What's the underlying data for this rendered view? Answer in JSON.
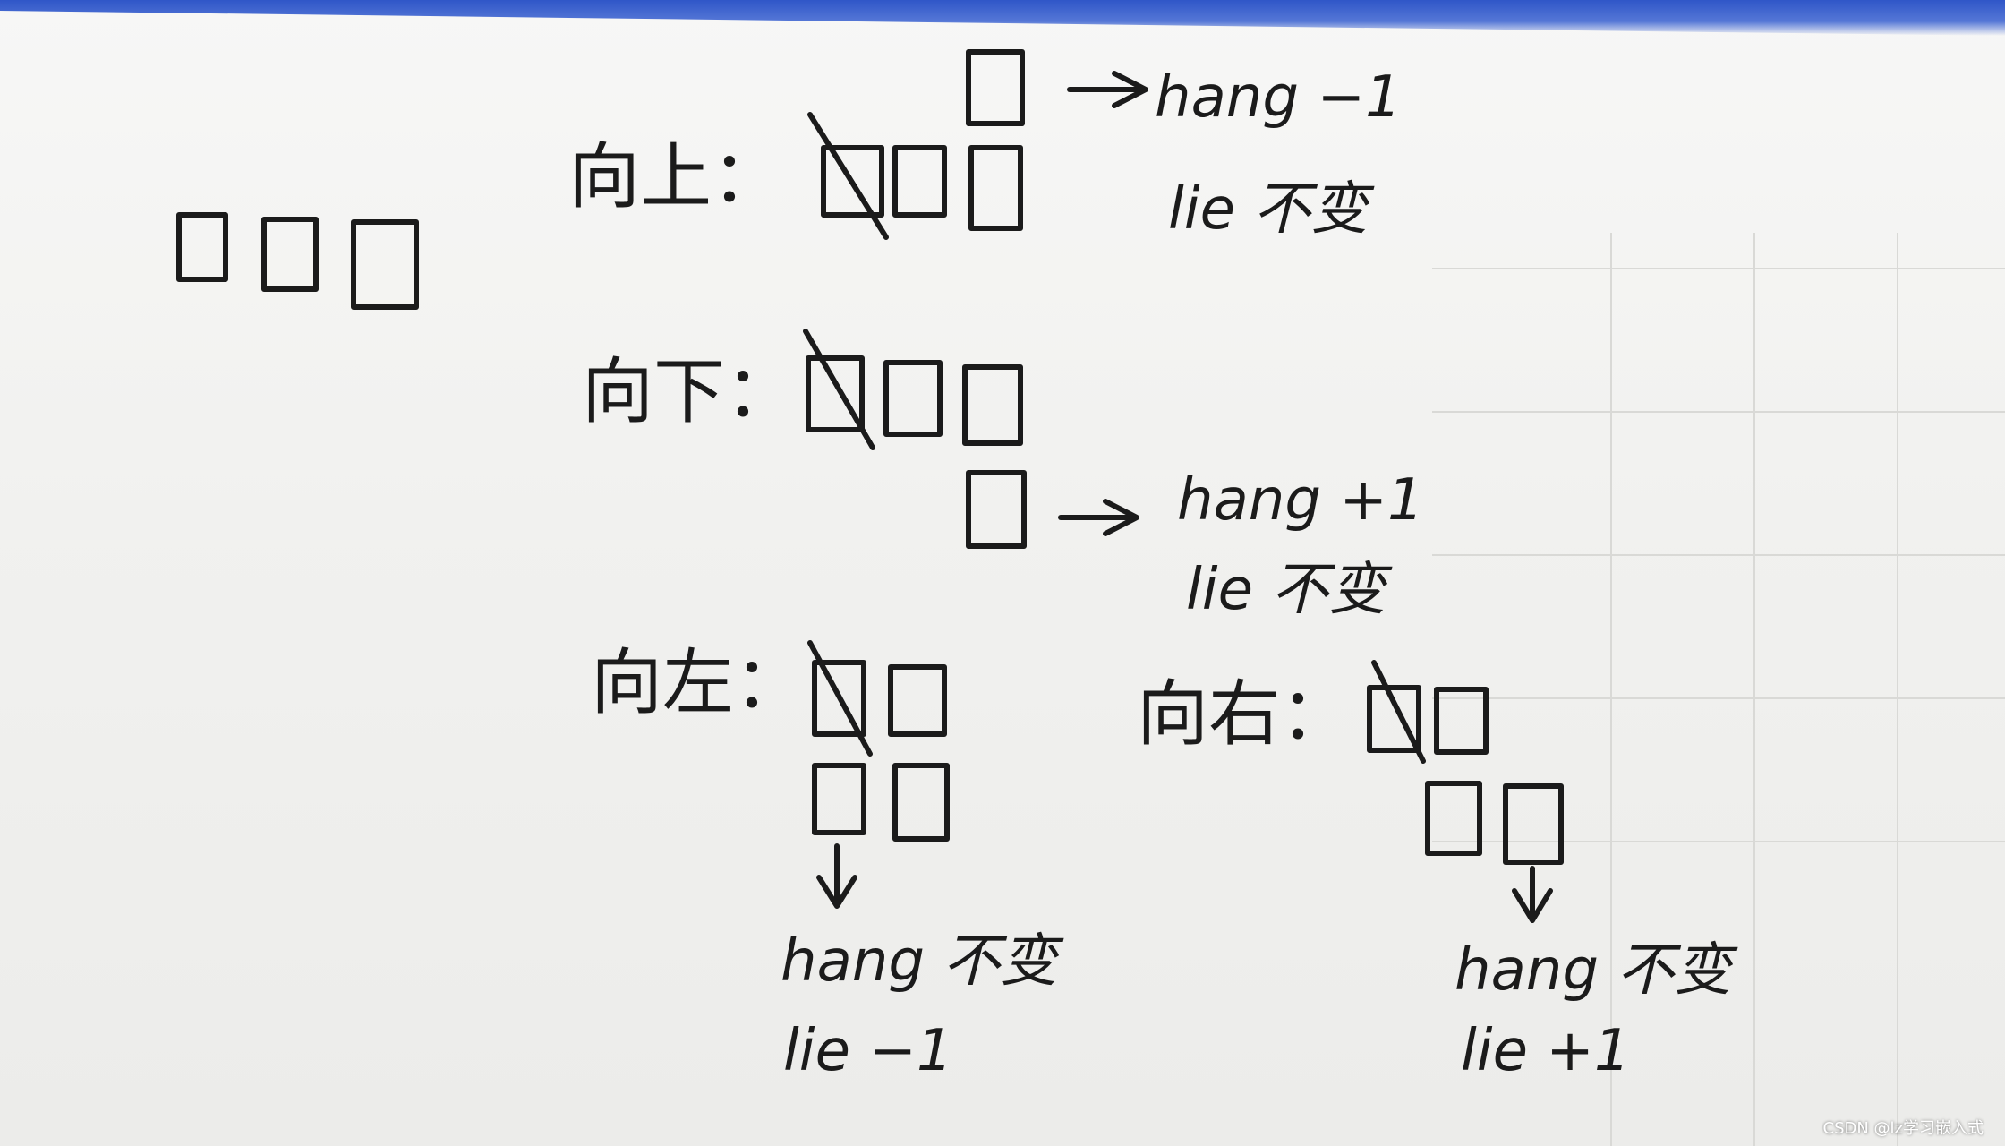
{
  "notes": {
    "intro": {},
    "up": {
      "direction": "向上：",
      "hang_text": "hang −1",
      "lie_text": "lie 不变"
    },
    "down": {
      "direction": "向下：",
      "hang_text": "hang +1",
      "lie_text": "lie 不变"
    },
    "left": {
      "direction": "向左：",
      "hang_text": "hang 不变",
      "lie_text": "lie −1"
    },
    "right": {
      "direction": "向右：",
      "hang_text": "hang 不变",
      "lie_text": "lie +1"
    }
  },
  "watermark": "CSDN @lz学习嵌入式",
  "colors": {
    "ink": "#1b1b1b",
    "paper": "#f2f2f0",
    "top_band": "#2f56c8"
  }
}
